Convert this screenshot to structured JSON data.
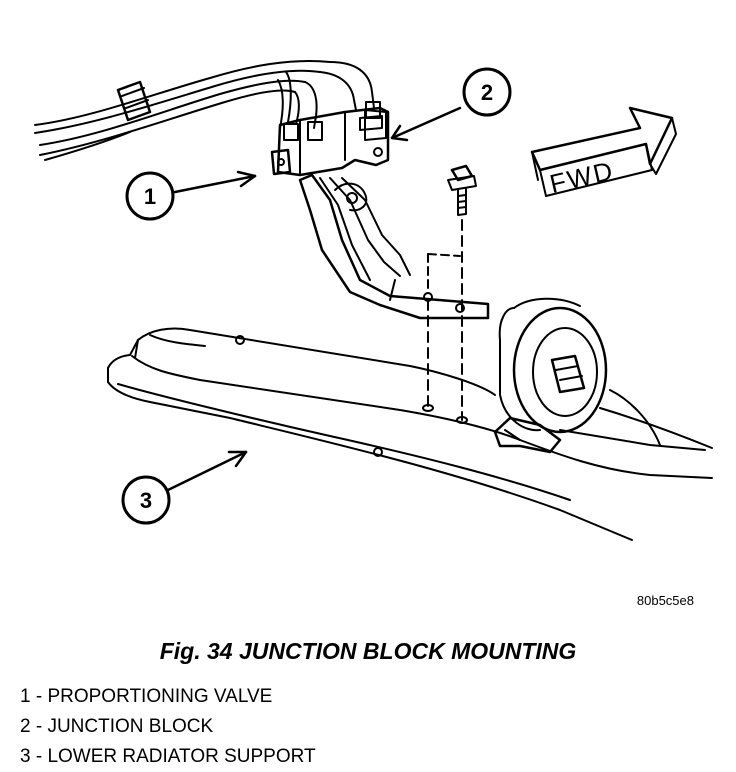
{
  "callouts": {
    "one": "1",
    "two": "2",
    "three": "3"
  },
  "direction_label": "FWD",
  "image_id": "80b5c5e8",
  "caption": "Fig. 34 JUNCTION BLOCK MOUNTING",
  "legend": [
    {
      "text": "1 - PROPORTIONING VALVE"
    },
    {
      "text": "2 - JUNCTION BLOCK"
    },
    {
      "text": "3 - LOWER RADIATOR SUPPORT"
    }
  ],
  "colors": {
    "ink": "#000000",
    "paper": "#ffffff"
  }
}
